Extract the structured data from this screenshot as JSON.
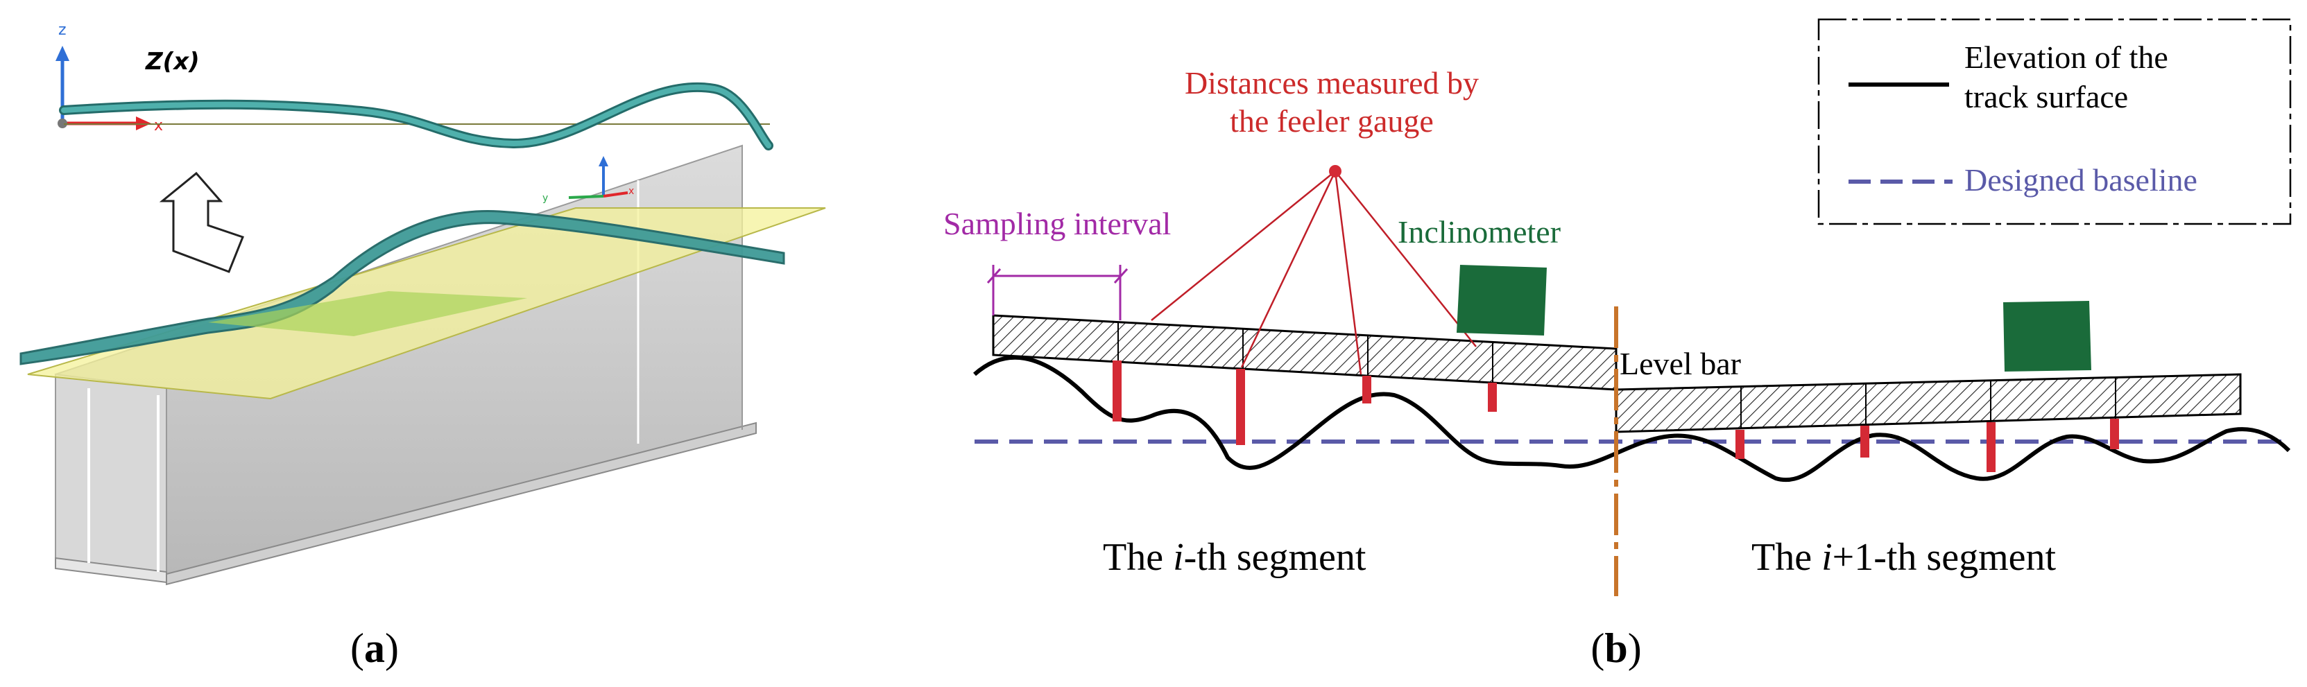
{
  "panel_a": {
    "label_prefix": "(",
    "label_letter": "a",
    "label_suffix": ")",
    "profile_label": "Z(x)",
    "axis_z": "z",
    "axis_x": "x",
    "axis_y": "y"
  },
  "panel_b": {
    "label_prefix": "(",
    "label_letter": "b",
    "label_suffix": ")",
    "feeler_line1": "Distances measured by",
    "feeler_line2": "the feeler gauge",
    "sampling_interval": "Sampling interval",
    "inclinometer": "Inclinometer",
    "level_bar": "Level bar",
    "segment_i_pre": "The ",
    "segment_i_var": "i",
    "segment_i_post": "-th segment",
    "segment_i1_pre": "The ",
    "segment_i1_var": "i",
    "segment_i1_post": "+1-th segment",
    "legend": {
      "elevation_line1": "Elevation of the",
      "elevation_line2": "track surface",
      "baseline": "Designed baseline"
    }
  },
  "colors": {
    "teal": "#3e9a97",
    "teal_dark": "#2a6e6c",
    "yellow": "#f4f29a",
    "green_overlap": "#a9d35a",
    "steel": "#c9c9c9",
    "red": "#d42a35",
    "feeler_text": "#cc2a2a",
    "purple": "#a22aa6",
    "green": "#1a6b3a",
    "orange": "#c8742a",
    "blue_dash": "#5a5aa8"
  }
}
